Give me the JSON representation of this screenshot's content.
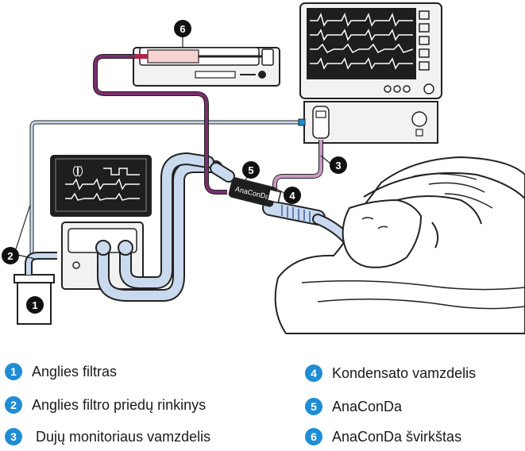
{
  "device_label": "AnaConDa",
  "callouts": [
    "1",
    "2",
    "3",
    "4",
    "5",
    "6"
  ],
  "legend": [
    {
      "num": "1",
      "text": "Anglies filtras"
    },
    {
      "num": "2",
      "text": "Anglies filtro priedų rinkinys"
    },
    {
      "num": "3",
      "text": " Dujų monitoriaus vamzdelis"
    },
    {
      "num": "4",
      "text": "Kondensato vamzdelis"
    },
    {
      "num": "5",
      "text": "AnaConDa"
    },
    {
      "num": "6",
      "text": "AnaConDa švirkštas"
    }
  ],
  "colors": {
    "accent": "#1f8dd6",
    "tube_blue": "#c9d9ee",
    "tube_purple": "#7a2d6e",
    "tube_pink": "#c89ac0",
    "device_grey": "#f0f0f0",
    "screen_dark": "#1e1e1e"
  }
}
